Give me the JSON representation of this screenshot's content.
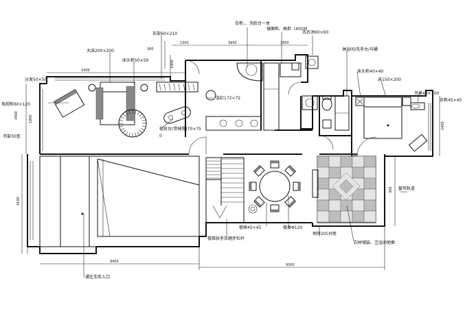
{
  "labels": {
    "top_center": "衣柜、、洗脸台一体",
    "mirror_cabinet": "镜面柜、高柜（40CM",
    "wash_basin": "洗衣池60×60",
    "clothes_rack": "衣架60×210",
    "bed_double": "大床200×200",
    "bedside_table": "床头柜50×50",
    "sofa_left": "沙发50×50",
    "tv_cabinet": "电视柜60×120",
    "bookshelf": "书架30宽",
    "bathtub": "浴缸172×72",
    "dressing_table": "梳妆台(带椅凳)70×75",
    "bath_note": "淋浴间/洗手台/马桶",
    "bedside_right": "床头柜40×40",
    "bed_right": "床150×200",
    "desk": "书桌40×100",
    "cabinet_right": "衣柜45×45",
    "dining_table": "餐桌Φ120",
    "chair": "餐椅45×45",
    "floor_note": "地砖20CM宽",
    "stair_note": "楼梯扶手及踏步栏杆",
    "tile_note": "石材铺装、卫浴间地面",
    "right_wall_note": "窗帘轨道",
    "bottom_note": "通往车库入口",
    "zero": "0"
  },
  "dimensions": {
    "top_1": "1400",
    "top_2": "1300",
    "top_3": "3950",
    "top_4": "1800",
    "left_1": "3400",
    "left_2": "1800",
    "left_3": "4100",
    "right_1": "2400",
    "right_2": "1900",
    "right_3": "300",
    "bottom_1": "9400",
    "bottom_2": "9300",
    "inner_1": "300"
  }
}
